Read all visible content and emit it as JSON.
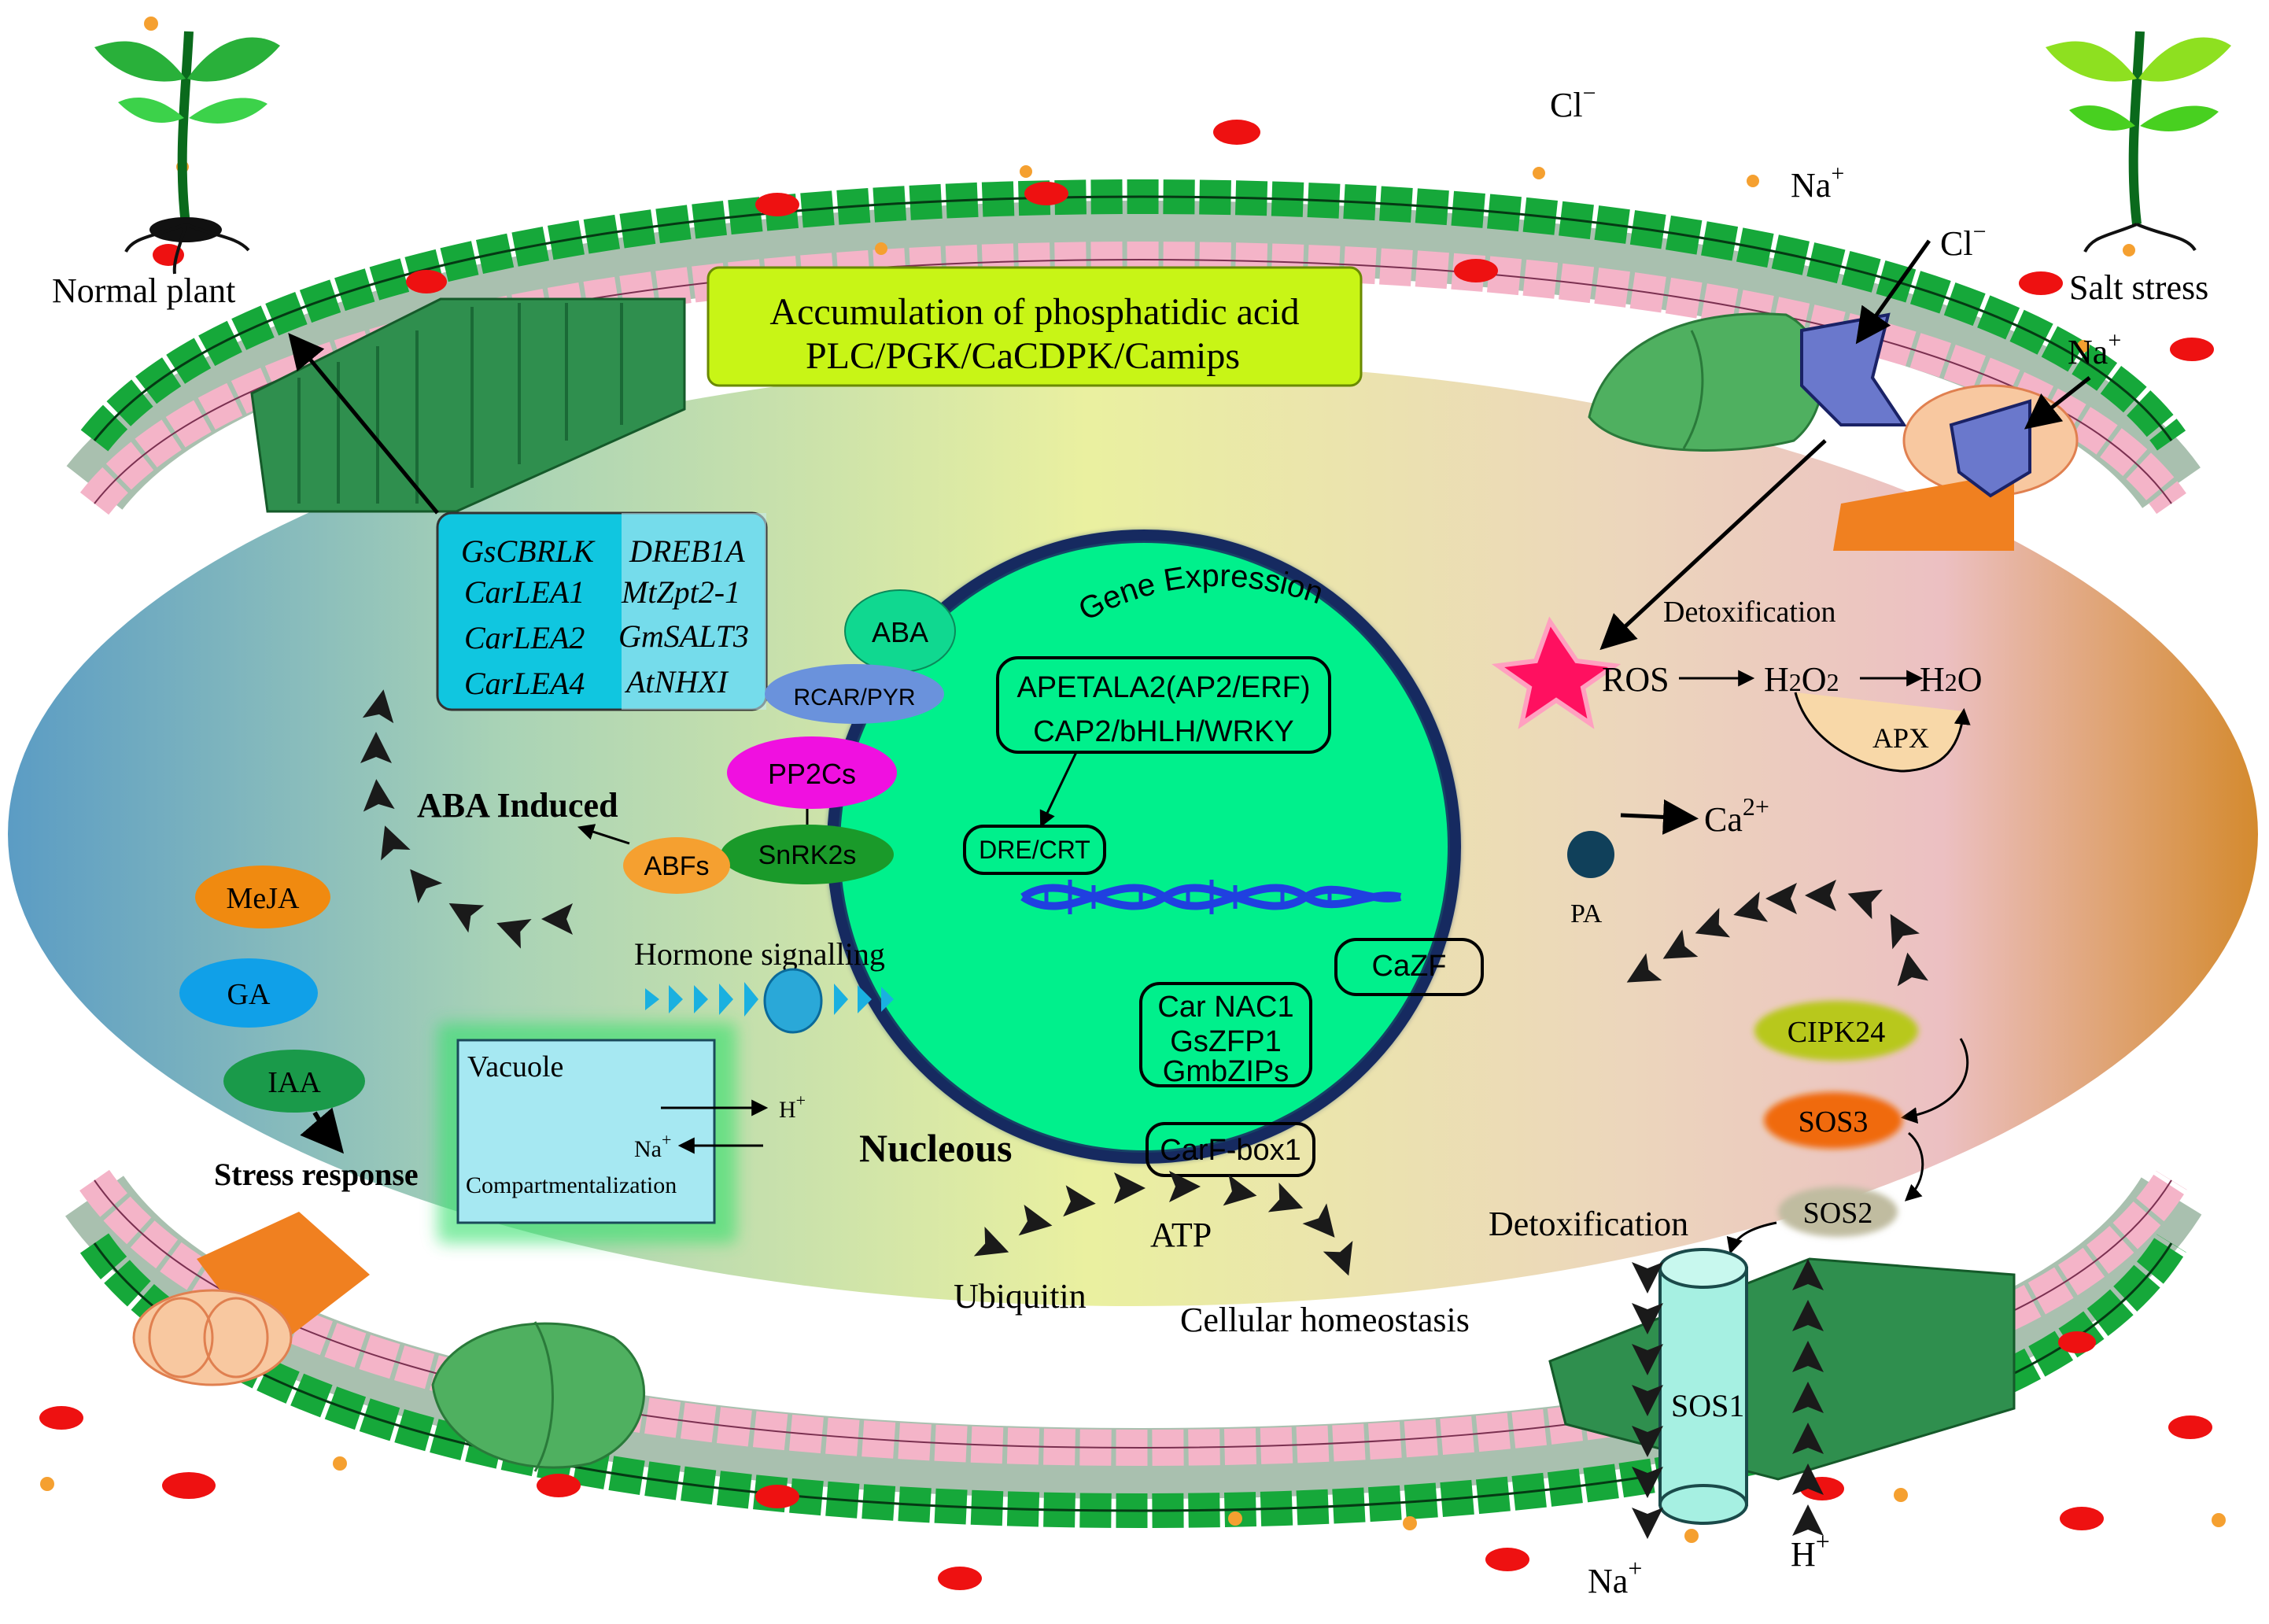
{
  "labels": {
    "normal_plant": "Normal plant",
    "salt_stress": "Salt stress",
    "cl_top": "Cl",
    "cl_top_sup": "−",
    "na_top": "Na",
    "na_top_sup": "+",
    "cl_right": "Cl",
    "cl_right_sup": "−",
    "na_right": "Na",
    "na_right_sup": "+",
    "pa_line1": "Accumulation of phosphatidic acid",
    "pa_line2": "PLC/PGK/CaCDPK/Camips",
    "detox_top": "Detoxification",
    "ros": "ROS",
    "h2o2_a": "H",
    "h2o2_b": "2",
    "h2o2_c": "O",
    "h2o2_d": "2",
    "h2o_a": "H",
    "h2o_b": "2",
    "h2o_c": "O",
    "apx": "APX",
    "ca": "Ca",
    "ca_sup": "2+",
    "pa": "PA",
    "cipk24": "CIPK24",
    "sos3": "SOS3",
    "sos2": "SOS2",
    "detox_bottom": "Detoxification",
    "sos1": "SOS1",
    "na_bottom": "Na",
    "na_bottom_sup": "+",
    "h_bottom": "H",
    "h_bottom_sup": "+",
    "gene_expression": "Gene Expression",
    "apetala": "APETALA2(AP2/ERF)",
    "cap2": "CAP2/bHLH/WRKY",
    "dre": "DRE/CRT",
    "cazf": "CaZF",
    "carnac": "Car NAC1",
    "gszfp": "GsZFP1",
    "gmbzip": "GmbZIPs",
    "carfbox": "CarF-box1",
    "nucleous": "Nucleous",
    "atp": "ATP",
    "ubiquitin": "Ubiquitin",
    "cellular": "Cellular homeostasis",
    "aba": "ABA",
    "rcar": "RCAR/PYR",
    "pp2cs": "PP2Cs",
    "snrk2s": "SnRK2s",
    "abfs": "ABFs",
    "aba_induced": "ABA Induced",
    "meja": "MeJA",
    "ga": "GA",
    "iaa": "IAA",
    "stress_response": "Stress response",
    "hormone_signalling": "Hormone signalling",
    "vacuole": "Vacuole",
    "vac_h": "H",
    "vac_h_sup": "+",
    "vac_na": "Na",
    "vac_na_sup": "+",
    "compartment": "Compartmentalization",
    "genes_left": [
      "GsCBRLK",
      "CarLEA1",
      "CarLEA2",
      "CarLEA4"
    ],
    "genes_right": [
      "DREB1A",
      "MtZpt2-1",
      "GmSALT3",
      "AtNHXI"
    ]
  },
  "colors": {
    "nucleus_fill": "#00f08c",
    "nucleus_ring": "#162a60",
    "pa_banner": "#c8f516",
    "gene_box": "#10c6e0",
    "channel_green": "#2f8f4e",
    "lipid_pink": "#f4b4c8",
    "lipid_green": "#16a83a",
    "red_dot": "#ee1111",
    "orange_dot": "#f5a030",
    "sos1": "#a6f0e2",
    "ros_star": "#ff1060",
    "dna": "#2040e0"
  }
}
